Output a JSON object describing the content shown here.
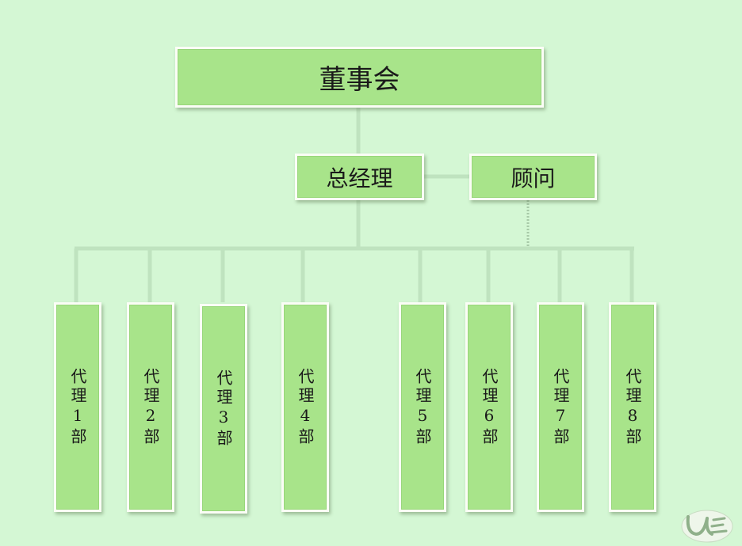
{
  "board": {
    "label": "董事会"
  },
  "general_manager": {
    "label": "总经理"
  },
  "advisor": {
    "label": "顾问"
  },
  "departments": [
    {
      "label": "代理1部"
    },
    {
      "label": "代理2部"
    },
    {
      "label": "代理3部"
    },
    {
      "label": "代理4部"
    },
    {
      "label": "代理5部"
    },
    {
      "label": "代理6部"
    },
    {
      "label": "代理7部"
    },
    {
      "label": "代理8部"
    }
  ],
  "logo": {
    "text": "UE"
  },
  "colors": {
    "background": "#d4f7d4",
    "box_fill": "#a8e48a",
    "box_border": "#fbfdf6",
    "connector": "#bfe3bf"
  }
}
